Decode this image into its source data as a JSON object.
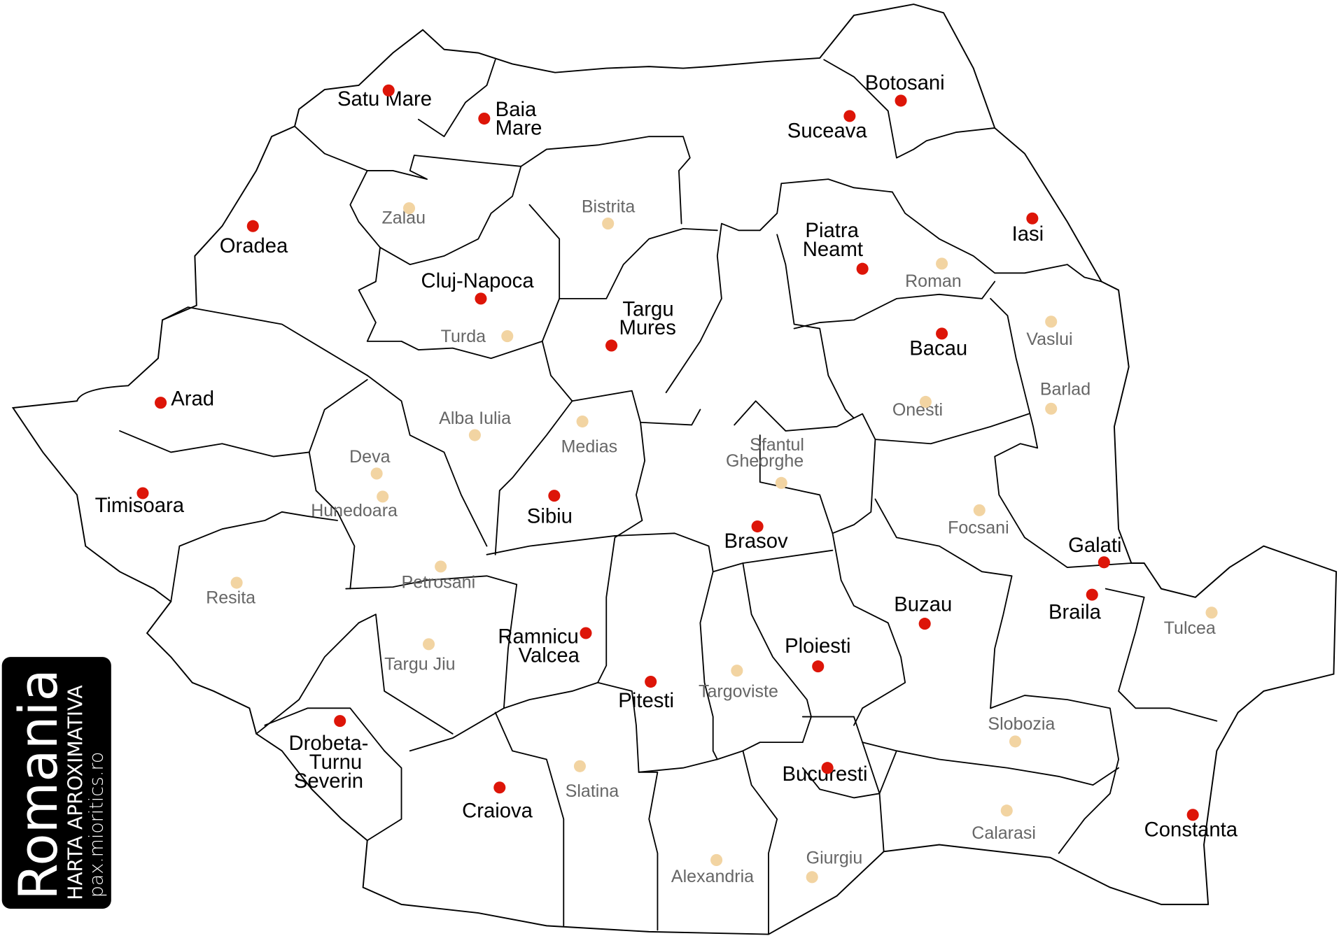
{
  "logo": {
    "title": "Romania",
    "subtitle": "HARTA APROXIMATIVA",
    "url": "pax.mioritics.ro"
  },
  "colors": {
    "county_capital": "#dd1508",
    "secondary_city": "#f2d4a2",
    "secondary_label": "#666666",
    "logo_bg": "#000000"
  },
  "county_capitals": [
    {
      "lines": [
        "Satu Mare"
      ]
    },
    {
      "lines": [
        "Baia",
        "Mare"
      ]
    },
    {
      "lines": [
        "Oradea"
      ]
    },
    {
      "lines": [
        "Cluj-Napoca"
      ]
    },
    {
      "lines": [
        "Suceava"
      ]
    },
    {
      "lines": [
        "Botosani"
      ]
    },
    {
      "lines": [
        "Iasi"
      ]
    },
    {
      "lines": [
        "Piatra",
        "Neamt"
      ]
    },
    {
      "lines": [
        "Targu",
        "Mures"
      ]
    },
    {
      "lines": [
        "Bacau"
      ]
    },
    {
      "lines": [
        "Arad"
      ]
    },
    {
      "lines": [
        "Timisoara"
      ]
    },
    {
      "lines": [
        "Sibiu"
      ]
    },
    {
      "lines": [
        "Brasov"
      ]
    },
    {
      "lines": [
        "Galati"
      ]
    },
    {
      "lines": [
        "Braila"
      ]
    },
    {
      "lines": [
        "Buzau"
      ]
    },
    {
      "lines": [
        "Ploiesti"
      ]
    },
    {
      "lines": [
        "Ramnicu",
        "Valcea"
      ]
    },
    {
      "lines": [
        "Pitesti"
      ]
    },
    {
      "lines": [
        "Drobeta-",
        "Turnu",
        "Severin"
      ]
    },
    {
      "lines": [
        "Craiova"
      ]
    },
    {
      "lines": [
        "Bucuresti"
      ]
    },
    {
      "lines": [
        "Constanta"
      ]
    }
  ],
  "secondary_cities": [
    {
      "lines": [
        "Zalau"
      ]
    },
    {
      "lines": [
        "Bistrita"
      ]
    },
    {
      "lines": [
        "Roman"
      ]
    },
    {
      "lines": [
        "Turda"
      ]
    },
    {
      "lines": [
        "Vaslui"
      ]
    },
    {
      "lines": [
        "Alba Iulia"
      ]
    },
    {
      "lines": [
        "Medias"
      ]
    },
    {
      "lines": [
        "Onesti"
      ]
    },
    {
      "lines": [
        "Barlad"
      ]
    },
    {
      "lines": [
        "Deva"
      ]
    },
    {
      "lines": [
        "Hunedoara"
      ]
    },
    {
      "lines": [
        "Sfantul",
        "Gheorghe"
      ]
    },
    {
      "lines": [
        "Focsani"
      ]
    },
    {
      "lines": [
        "Resita"
      ]
    },
    {
      "lines": [
        "Petrosani"
      ]
    },
    {
      "lines": [
        "Tulcea"
      ]
    },
    {
      "lines": [
        "Targu Jiu"
      ]
    },
    {
      "lines": [
        "Targoviste"
      ]
    },
    {
      "lines": [
        "Slobozia"
      ]
    },
    {
      "lines": [
        "Slatina"
      ]
    },
    {
      "lines": [
        "Calarasi"
      ]
    },
    {
      "lines": [
        "Alexandria"
      ]
    },
    {
      "lines": [
        "Giurgiu"
      ]
    }
  ]
}
